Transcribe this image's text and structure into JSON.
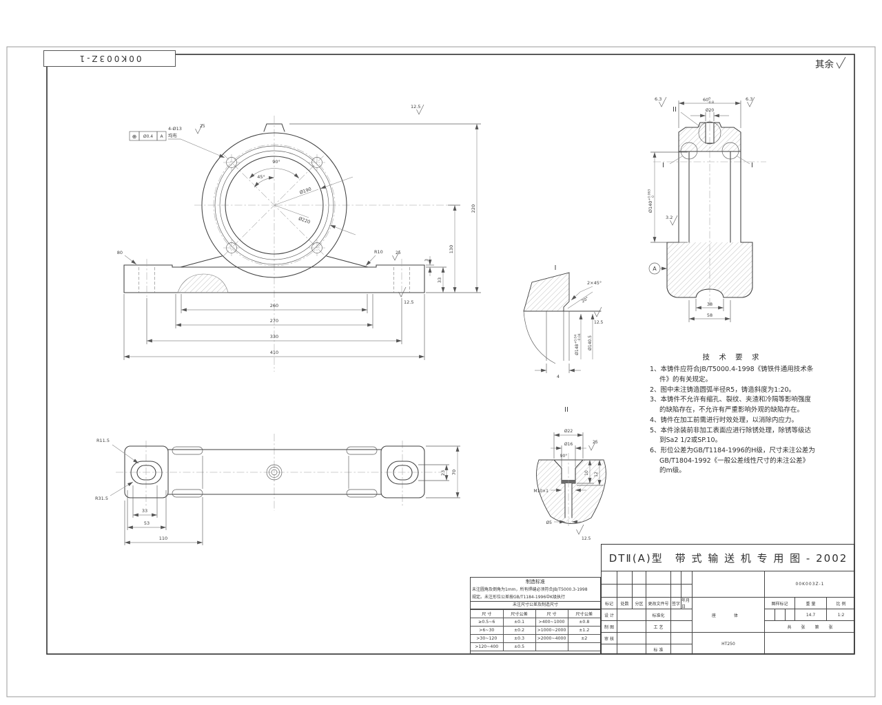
{
  "frame": {
    "doc_no": "00K003Z-1",
    "rest_label": "其余"
  },
  "front": {
    "gdt_sym": "⊕",
    "gdt_tol": "Ø0.4",
    "gdt_datum": "A",
    "holes": "4-Ø13",
    "holes_note": "均布",
    "fin_hole": "25",
    "ang90": "90°",
    "ang45": "45°",
    "dia_bore": "Ø190",
    "dia_boss": "Ø220",
    "dim80": "80",
    "r10": "R10",
    "fin_slant": "25",
    "fin_top": "12.5",
    "fin_base": "12.5",
    "dim3": "3",
    "dim33": "33",
    "dim130": "130",
    "dim220": "220",
    "dim260": "260",
    "dim270": "270",
    "dim330": "330",
    "dim410": "410"
  },
  "side": {
    "label_II": "II",
    "label_I_left": "I",
    "label_I_right": "I",
    "dim60": "60",
    "dim60_hi": "0",
    "dim60_lo": "-0.8",
    "dia20": "Ø20",
    "fin63_left": "6.3",
    "fin63_right": "6.3",
    "dia140": "Ø140",
    "dia140_hi": "+0.063",
    "dia140_lo": "0",
    "fin32": "3.2",
    "datum": "A",
    "dim38": "38",
    "dim58": "58"
  },
  "detail1": {
    "title": "I",
    "chamfer": "2×45°",
    "ang20": "20°",
    "fin": "12.5",
    "dia_groove": "Ø148",
    "dia_groove_hi": "+0.04",
    "dia_groove_lo": "-0.04",
    "dia_step": "Ø140.5",
    "dim4": "4"
  },
  "detail2": {
    "title": "II",
    "dia22": "Ø22",
    "dia16": "Ø16",
    "ang90": "90°",
    "fin_cs": "25",
    "dim10": "10",
    "dim12": "12",
    "thread": "M10×1",
    "dia5": "Ø5",
    "fin_bottom": "12.5"
  },
  "plan": {
    "r_inner": "R11.5",
    "r_outer": "R31.5",
    "dim33": "33",
    "dim53": "53",
    "dim110": "110",
    "dim23": "23",
    "dim70": "70"
  },
  "tech": {
    "title": "技 术 要 求",
    "items": [
      "1、本铸件应符合JB/T5000.4-1998《铸铁件通用技术条件》的有关规定。",
      "2、图中未注铸造圆弧半径R5，铸造斜度为1:20。",
      "3、本铸件不允许有缩孔、裂纹、夹渣和冷隔等影响强度的缺陷存在，不允许有严重影响外观的缺陷存在。",
      "4、铸件在加工前需进行时效处理，以消除内应力。",
      "5、本件涂装前非加工表面应进行除锈处理，除锈等级达到Sa2 1/2或SP.10。",
      "6、形位公差为GB/T1184-1996的H级，尺寸未注公差为GB/T1804-1992《一般公差线性尺寸的未注公差》的m级。"
    ]
  },
  "std_table": {
    "title": "制造标准",
    "note1": "未注圆角及倒角为1mm，所有焊缝必须符合JB/T5000.3-1998",
    "note2": "规定。未注形位公差按GB/T1184-1996中K级执行",
    "subtitle": "未注尺寸公差及制造尺寸",
    "headers": [
      "尺 寸",
      "尺寸公差",
      "尺 寸",
      "尺寸公差"
    ],
    "rows": [
      [
        "≥0.5~6",
        "±0.1",
        ">400~1000",
        "±0.8"
      ],
      [
        ">6~30",
        "±0.2",
        ">1000~2000",
        "±1.2"
      ],
      [
        ">30~120",
        "±0.3",
        ">2000~4000",
        "±2"
      ],
      [
        ">120~400",
        "±0.5",
        "",
        ""
      ]
    ]
  },
  "title_block": {
    "main_title": "DTⅡ(A)型　带 式 输 送 机 专 用 图 - 2002",
    "drawing_no": "00K003Z-1",
    "part_name": "座　体",
    "material": "HT250",
    "rev_headers": [
      "标记",
      "处数",
      "分区",
      "更改文件号",
      "签字",
      "年月日"
    ],
    "row_design": "设 计",
    "row_std": "标准化",
    "row_draft": "制 图",
    "row_process": "工 艺",
    "row_check": "审 核",
    "row_standard": "标 准",
    "mark_label": "图样标记",
    "weight_label": "重 量",
    "scale_label": "比 例",
    "weight": "14.7",
    "scale": "1:2",
    "sheets_gong": "共",
    "sheets_zhang": "张",
    "sheets_di": "第",
    "sheets_zhang2": "张"
  }
}
